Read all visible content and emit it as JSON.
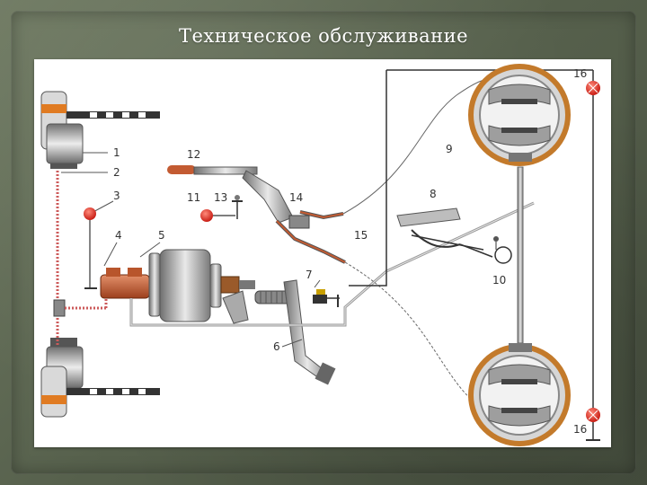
{
  "slide": {
    "title": "Техническое обслуживание"
  },
  "diagram": {
    "labels": {
      "l1": "1",
      "l2": "2",
      "l3": "3",
      "l4": "4",
      "l5": "5",
      "l6": "6",
      "l7": "7",
      "l8": "8",
      "l9": "9",
      "l10": "10",
      "l11": "11",
      "l12": "12",
      "l13": "13",
      "l14": "14",
      "l15": "15",
      "l16a": "16",
      "l16b": "16"
    }
  }
}
